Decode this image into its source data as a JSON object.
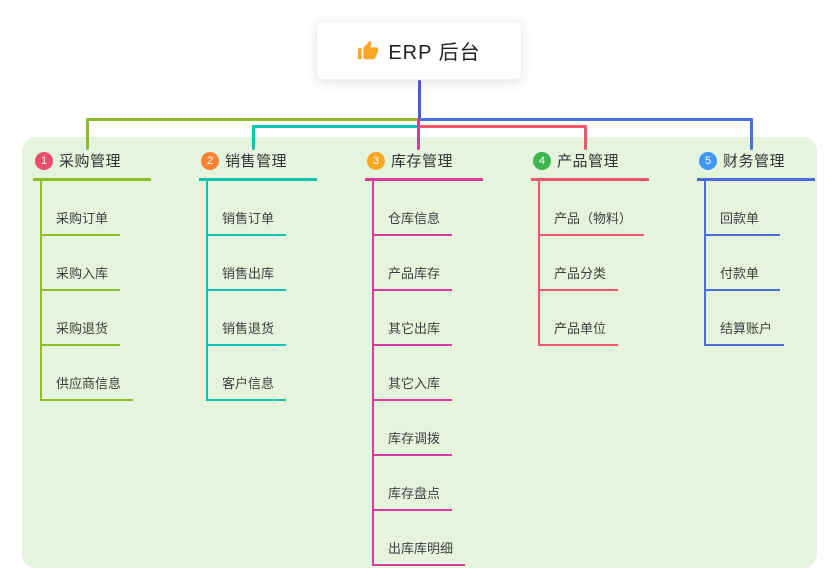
{
  "root": {
    "label": "ERP 后台",
    "icon": "thumbs-up-icon",
    "icon_color": "#f7a823"
  },
  "colors": {
    "stem": "#4b5cd6",
    "panel_bg": "#e5f4dd"
  },
  "branches": [
    {
      "number": "1",
      "label": "采购管理",
      "badge_color": "#e94f6b",
      "line_color": "#8cbf26",
      "children": [
        "采购订单",
        "采购入库",
        "采购退货",
        "供应商信息"
      ]
    },
    {
      "number": "2",
      "label": "销售管理",
      "badge_color": "#fa8231",
      "line_color": "#12c2b4",
      "children": [
        "销售订单",
        "销售出库",
        "销售退货",
        "客户信息"
      ]
    },
    {
      "number": "3",
      "label": "库存管理",
      "badge_color": "#f7a823",
      "line_color": "#d83a9d",
      "children": [
        "仓库信息",
        "产品库存",
        "其它出库",
        "其它入库",
        "库存调拨",
        "库存盘点",
        "出库库明细"
      ]
    },
    {
      "number": "4",
      "label": "产品管理",
      "badge_color": "#3eb650",
      "line_color": "#f0566e",
      "children": [
        "产品（物料）",
        "产品分类",
        "产品单位"
      ]
    },
    {
      "number": "5",
      "label": "财务管理",
      "badge_color": "#3e97f5",
      "line_color": "#4a6de0",
      "children": [
        "回款单",
        "付款单",
        "结算账户"
      ]
    }
  ]
}
